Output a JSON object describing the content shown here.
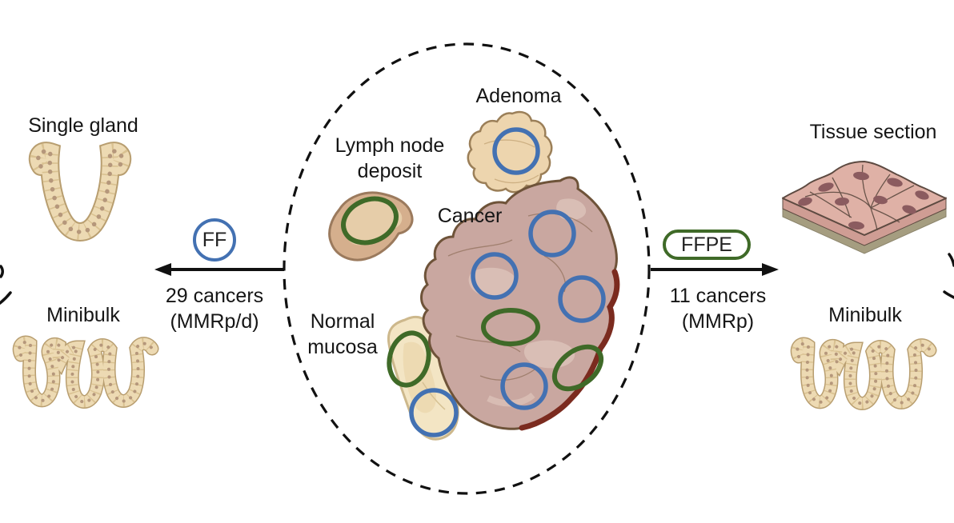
{
  "labels": {
    "single_gland": "Single gland",
    "minibulk_left": "Minibulk",
    "minibulk_right": "Minibulk",
    "tissue_section": "Tissue section",
    "adenoma": "Adenoma",
    "lymph_line1": "Lymph node",
    "lymph_line2": "deposit",
    "cancer": "Cancer",
    "mucosa_line1": "Normal",
    "mucosa_line2": "mucosa"
  },
  "ff_pathway": {
    "badge": "FF",
    "count_line": "29 cancers",
    "subtype_line": "(MMRp/d)"
  },
  "ffpe_pathway": {
    "badge": "FFPE",
    "count_line": "11 cancers",
    "subtype_line": "(MMRp)"
  },
  "colors": {
    "ff_blue": "#4371b2",
    "ffpe_green": "#3f6a28",
    "sample_circle_blue": "#4371b2",
    "sample_circle_green": "#3f6a28",
    "arrow_black": "#111111",
    "cancer_fill": "#c9a7a0",
    "cancer_ridge_red": "#7b2b1f",
    "adenoma_fill": "#edd5ae",
    "mucosa_fill": "#f3e5c4",
    "lymph_fill": "#d5af8d",
    "gland_fill": "#eddab3",
    "tissue_top_fill": "#dfb1a6"
  }
}
